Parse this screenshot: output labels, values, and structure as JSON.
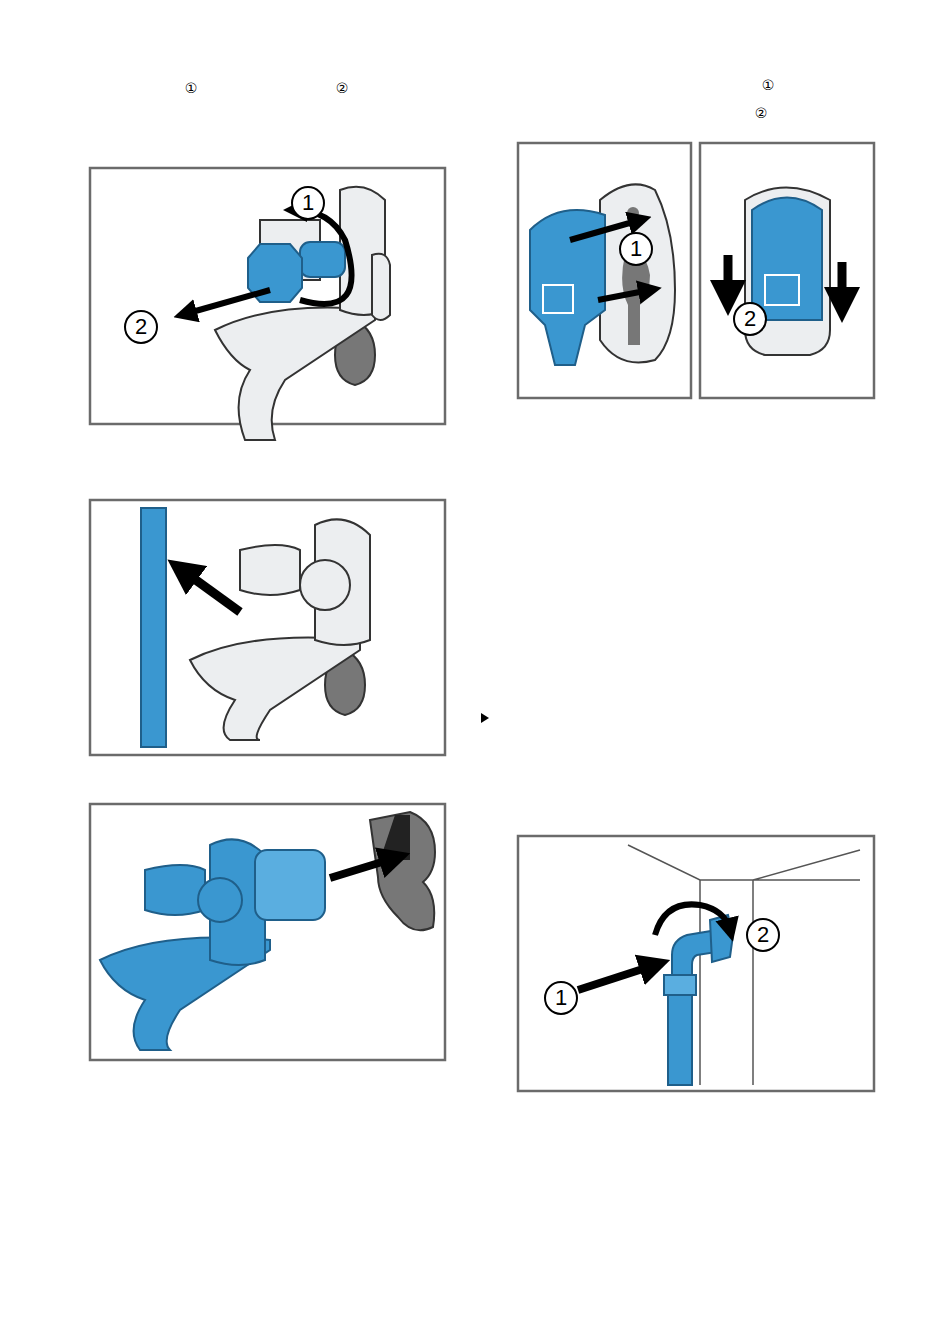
{
  "diagram": {
    "labels": [
      "①",
      "②",
      "①",
      "②",
      "1",
      "2",
      "1",
      "2",
      "1",
      "2"
    ]
  }
}
